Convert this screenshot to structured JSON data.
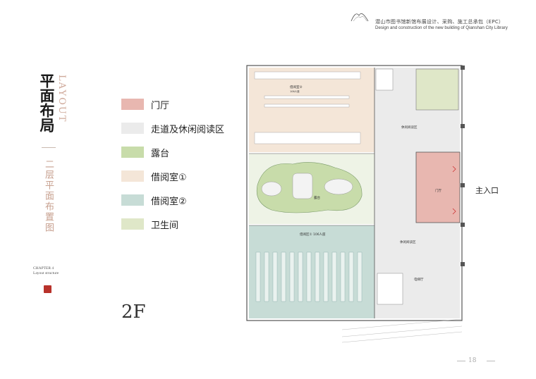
{
  "header": {
    "title_cn": "潜山市图书馆新馆布展设计、采购、施工总承包（EPC）",
    "title_en": "Design and construction of the new building of Qianshan City Library"
  },
  "sidebar": {
    "title_cn": "平面布局",
    "title_en": "LAYOUT",
    "subtitle_cn": "二层平面布置图",
    "chapter": "CHAPTER 4",
    "chapter_sub": "Layout structure"
  },
  "legend": [
    {
      "label": "门厅",
      "color": "#e8b7b0"
    },
    {
      "label": "走道及休闲阅读区",
      "color": "#ebebeb"
    },
    {
      "label": "露台",
      "color": "#c8dcaa"
    },
    {
      "label": "借阅室①",
      "color": "#f4e6d8"
    },
    {
      "label": "借阅室②",
      "color": "#c7dcd6"
    },
    {
      "label": "卫生间",
      "color": "#dfe7c8"
    }
  ],
  "floor_label": "2F",
  "plan": {
    "main_entrance": "主入口",
    "labels": {
      "room2": "借阅室②",
      "room2_sub": "106人座",
      "leisure_top": "休闲阅读区",
      "hall": "门厅",
      "terrace": "露台",
      "leisure_mid": "休闲阅读区",
      "room1": "借阅区① 106人座",
      "elevator": "电梯厅"
    }
  },
  "page_number": "18"
}
